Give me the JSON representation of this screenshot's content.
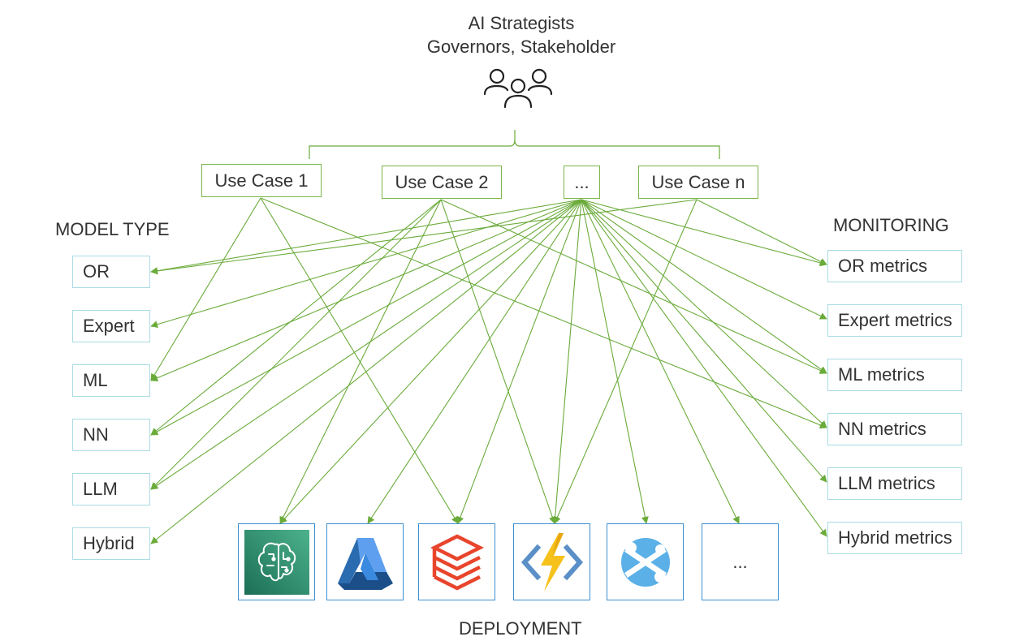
{
  "header": {
    "line1": "AI Strategists",
    "line2": "Governors, Stakeholder",
    "icon": "people-group-icon"
  },
  "use_cases": [
    "Use Case 1",
    "Use Case 2",
    "...",
    "Use Case n"
  ],
  "model_type": {
    "title": "MODEL TYPE",
    "items": [
      "OR",
      "Expert",
      "ML",
      "NN",
      "LLM",
      "Hybrid"
    ]
  },
  "monitoring": {
    "title": "MONITORING",
    "items": [
      "OR metrics",
      "Expert metrics",
      "ML metrics",
      "NN metrics",
      "LLM metrics",
      "Hybrid metrics"
    ]
  },
  "deployment": {
    "title": "DEPLOYMENT",
    "items": [
      {
        "icon": "sagemaker-brain-icon"
      },
      {
        "icon": "azure-ml-flask-icon"
      },
      {
        "icon": "databricks-layers-icon"
      },
      {
        "icon": "azure-functions-icon"
      },
      {
        "icon": "azure-service-icon"
      },
      {
        "label": "..."
      }
    ]
  },
  "colors": {
    "connector": "#6aab3a",
    "use_case_border": "#7ab648",
    "side_border": "#a9dce3",
    "deploy_border": "#3b8fd1",
    "text": "#333333"
  }
}
